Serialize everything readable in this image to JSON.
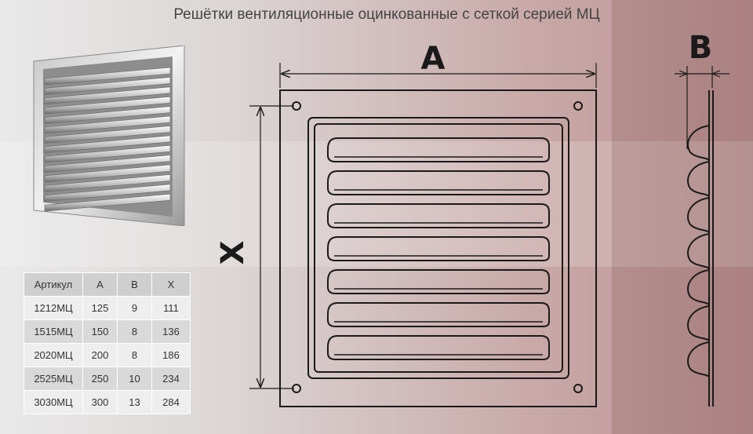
{
  "title": "Решётки вентиляционные оцинкованные с сеткой серией МЦ",
  "dimension_labels": {
    "a": "A",
    "b": "B",
    "x": "X"
  },
  "table": {
    "headers": [
      "Артикул",
      "A",
      "B",
      "X"
    ],
    "rows": [
      [
        "1212МЦ",
        "125",
        "9",
        "111"
      ],
      [
        "1515МЦ",
        "150",
        "8",
        "136"
      ],
      [
        "2020МЦ",
        "200",
        "8",
        "186"
      ],
      [
        "2525МЦ",
        "250",
        "10",
        "234"
      ],
      [
        "3030МЦ",
        "300",
        "13",
        "284"
      ]
    ]
  }
}
